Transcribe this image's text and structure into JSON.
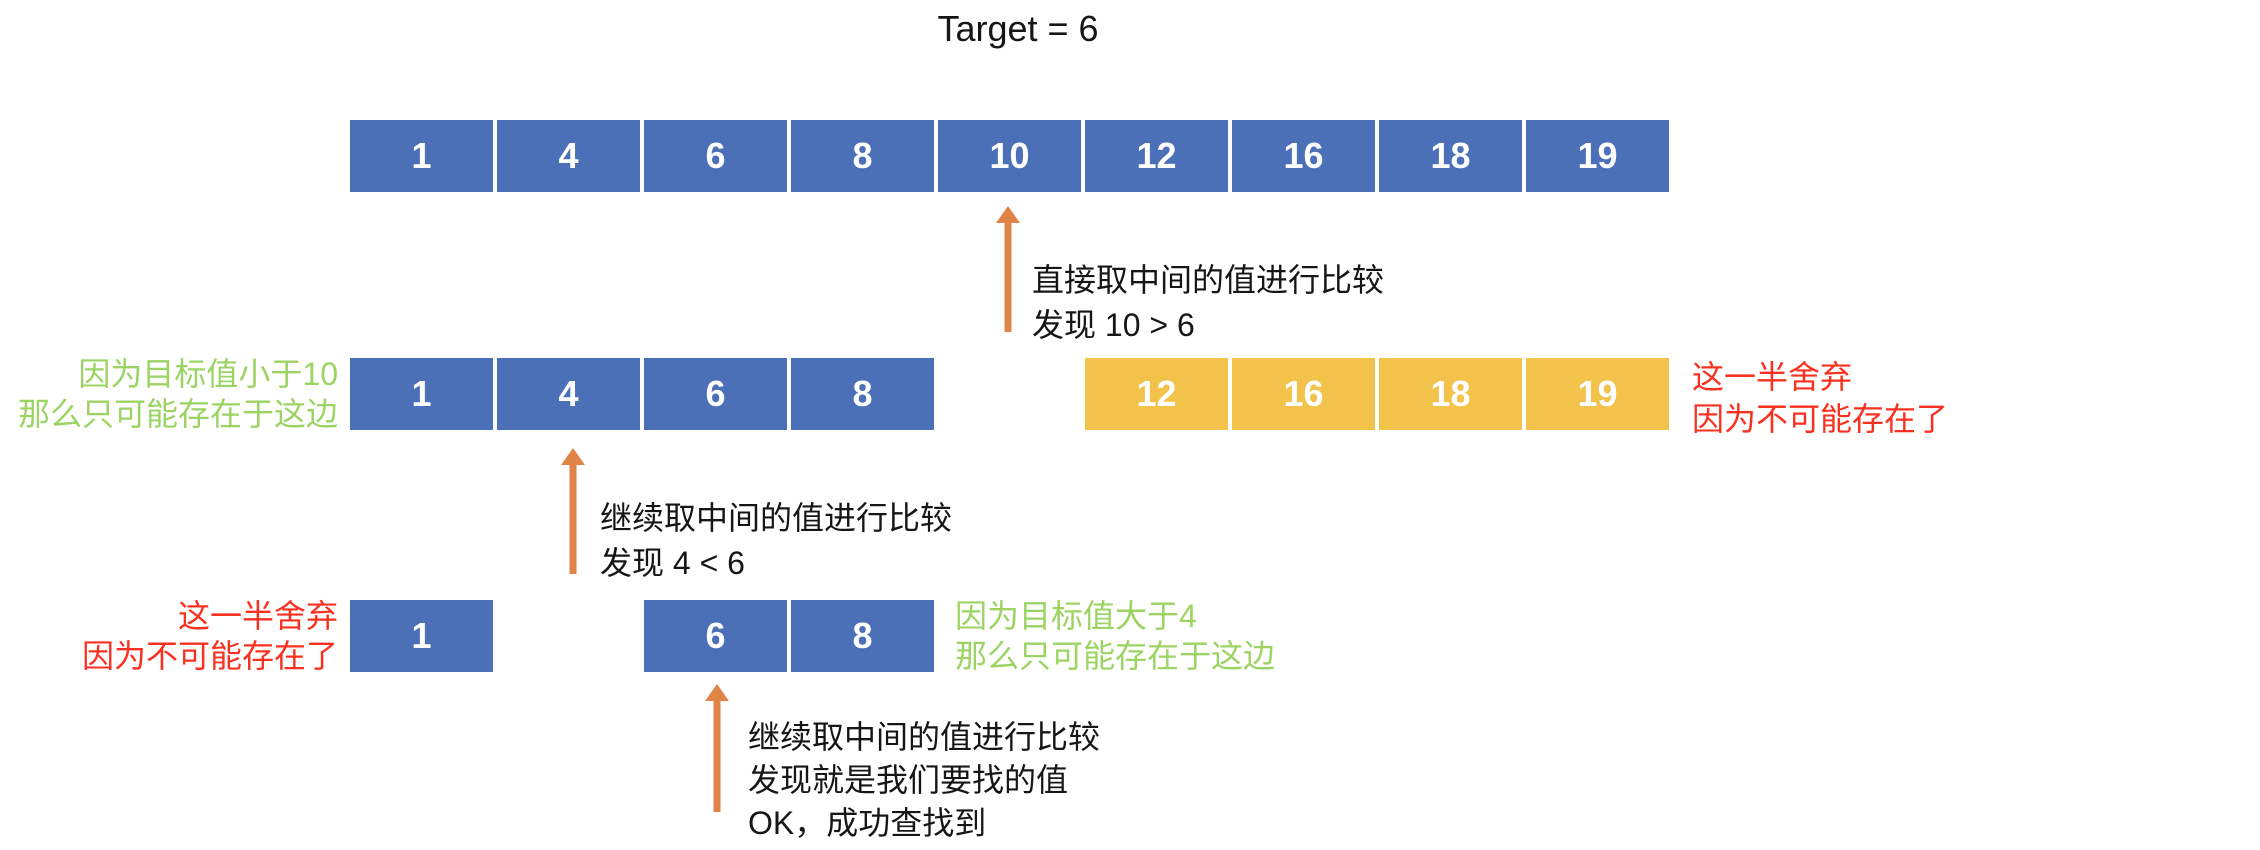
{
  "title": "Target = 6",
  "colors": {
    "background": "#FFFFFF",
    "array_blue": "#4C70B8",
    "array_gold": "#F2C24B",
    "arrow_orange": "#DF8446",
    "label_green": "#9CD464",
    "label_red": "#F93120",
    "ink": "#161616",
    "cell_text": "#FFFFFF"
  },
  "rows": {
    "row1": {
      "cells": [
        "1",
        "4",
        "6",
        "8",
        "10",
        "12",
        "16",
        "18",
        "19"
      ]
    },
    "row2": {
      "kept_cells": [
        "1",
        "4",
        "6",
        "8"
      ],
      "discarded_cells": [
        "12",
        "16",
        "18",
        "19"
      ],
      "left_label": {
        "lines": [
          "因为目标值小于10",
          "那么只可能存在于这边"
        ]
      },
      "right_label": {
        "lines": [
          "这一半舍弃",
          "因为不可能存在了"
        ]
      }
    },
    "row3": {
      "discarded_cells": [
        "1"
      ],
      "kept_cells": [
        "6",
        "8"
      ],
      "left_label": {
        "lines": [
          "这一半舍弃",
          "因为不可能存在了"
        ]
      },
      "right_label": {
        "lines": [
          "因为目标值大于4",
          "那么只可能存在于这边"
        ]
      }
    }
  },
  "annotations": {
    "step1": {
      "lines": [
        "直接取中间的值进行比较",
        "发现 10 > 6"
      ]
    },
    "step2": {
      "lines": [
        "继续取中间的值进行比较",
        "发现 4 < 6"
      ]
    },
    "step3": {
      "lines": [
        "继续取中间的值进行比较",
        "发现就是我们要找的值",
        "OK，成功查找到"
      ]
    }
  }
}
